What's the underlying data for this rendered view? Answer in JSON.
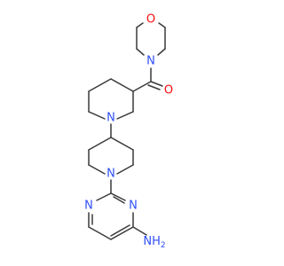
{
  "colors": {
    "bond": "#3a3a3a",
    "nitrogen": "#3050f8",
    "oxygen": "#ff0d0d"
  },
  "atoms": {
    "morpholine_o": "O",
    "morpholine_n": "N",
    "carbonyl_o": "O",
    "piperidine_a_n": "N",
    "piperidine_b_n": "N",
    "pyrimidine_n1": "N",
    "pyrimidine_n3": "N",
    "amine": "NH",
    "amine_sub": "2"
  }
}
